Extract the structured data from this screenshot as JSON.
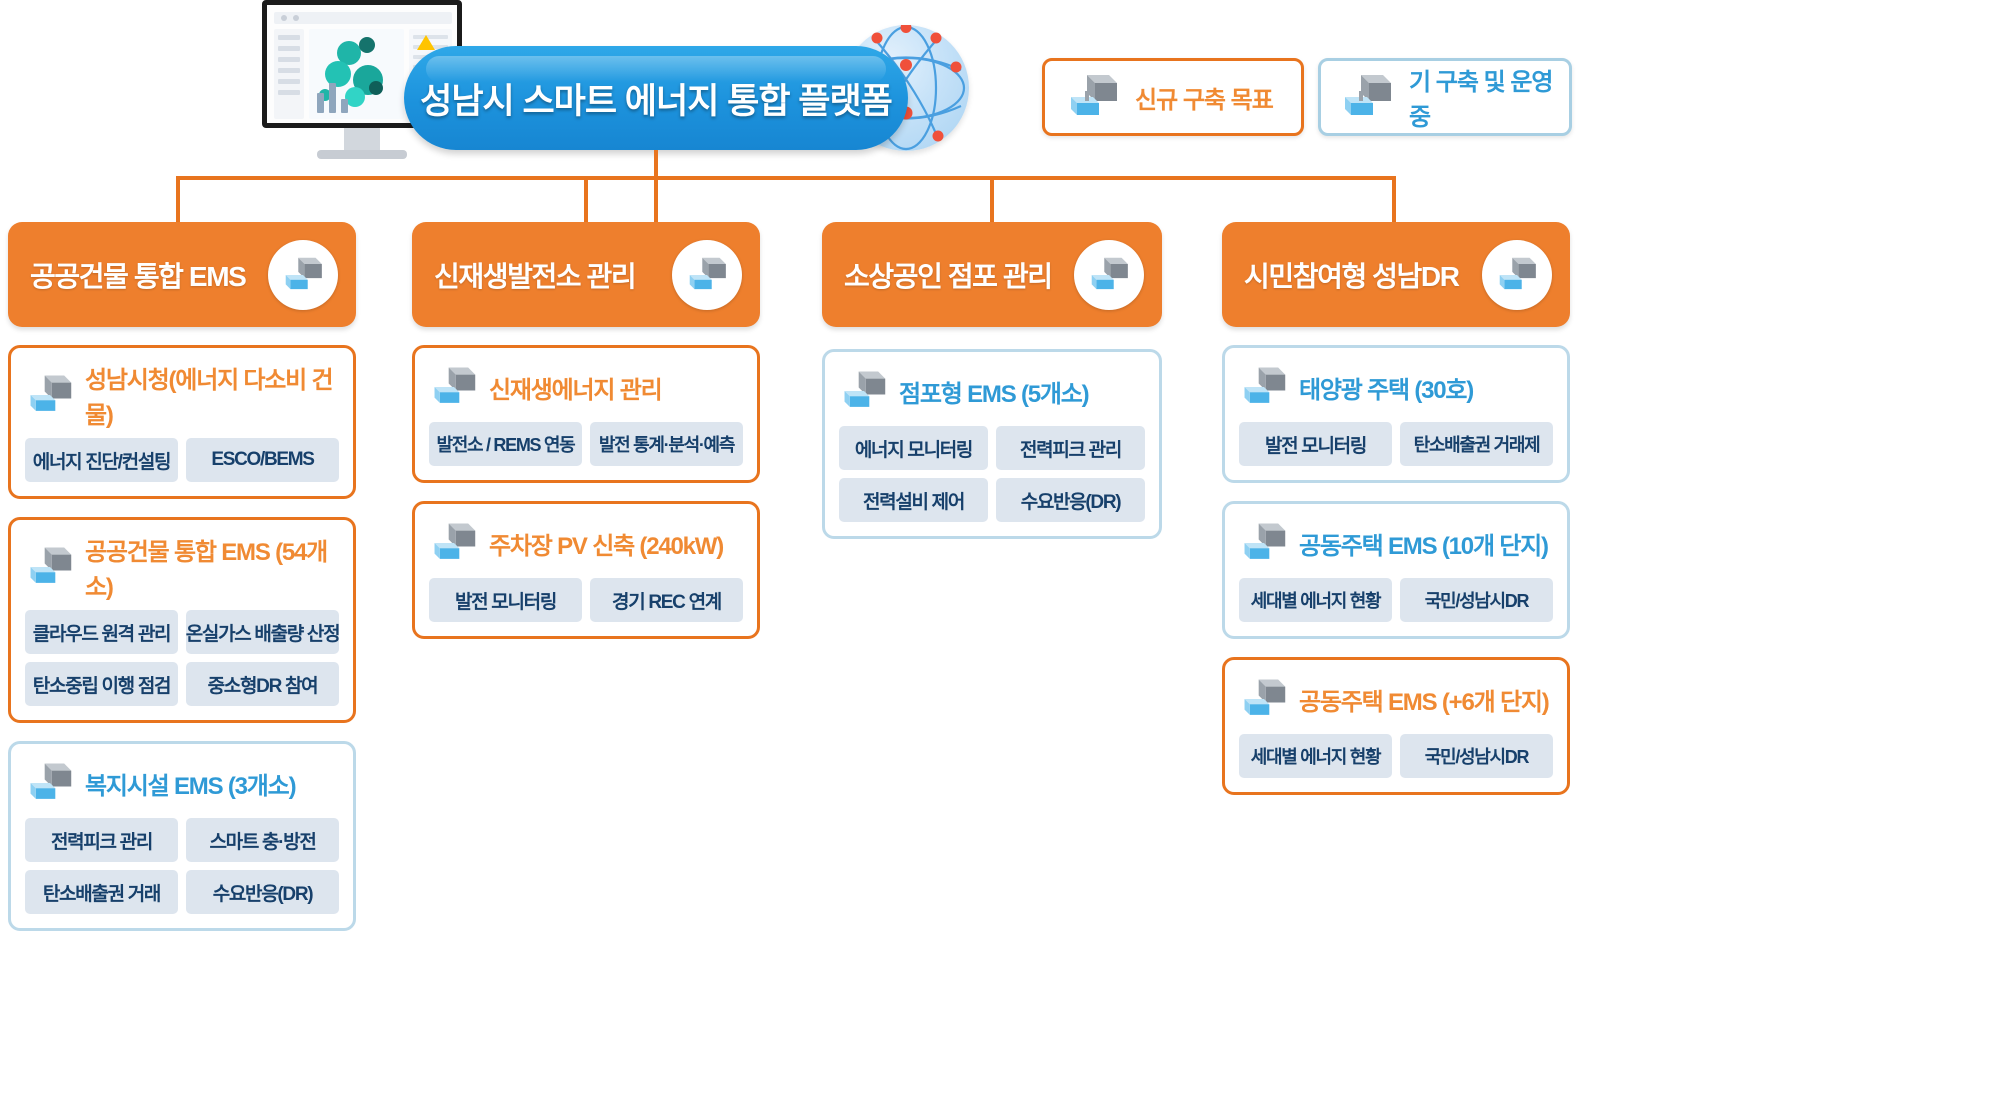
{
  "hero": {
    "title": "성남시 스마트 에너지 통합 플랫폼",
    "monitor_icon": "desktop-monitor-icon",
    "globe_icon": "network-globe-icon"
  },
  "legend": {
    "items": [
      {
        "label": "신규 구축 목표",
        "type": "new",
        "color": "#e8741e",
        "icon": "plug-icon"
      },
      {
        "label": "기 구축 및 운영중",
        "type": "exist",
        "color": "#2f9ad6",
        "icon": "plug-icon"
      }
    ]
  },
  "columns": [
    {
      "category": "공공건물 통합 EMS",
      "badge_icon": "plug-icon",
      "cards": [
        {
          "title": "성남시청(에너지 다소비 건물)",
          "type": "new",
          "icon": "plug-icon",
          "tags": [
            "에너지 진단/컨설팅",
            "ESCO/BEMS"
          ]
        },
        {
          "title": "공공건물 통합 EMS (54개소)",
          "type": "new",
          "icon": "plug-icon",
          "tags": [
            "클라우드 원격 관리",
            "온실가스 배출량 산정",
            "탄소중립 이행 점검",
            "중소형DR 참여"
          ]
        },
        {
          "title": "복지시설 EMS (3개소)",
          "type": "exist",
          "icon": "plug-icon",
          "tags": [
            "전력피크 관리",
            "스마트 충·방전",
            "탄소배출권 거래",
            "수요반응(DR)"
          ]
        }
      ]
    },
    {
      "category": "신재생발전소 관리",
      "badge_icon": "plug-icon",
      "cards": [
        {
          "title": "신재생에너지 관리",
          "type": "new",
          "icon": "plug-icon",
          "tags": [
            "발전소 / REMS 연동",
            "발전 통계·분석·예측"
          ]
        },
        {
          "title": "주차장 PV 신축 (240kW)",
          "type": "new",
          "icon": "plug-icon",
          "tags": [
            "발전 모니터링",
            "경기 REC 연계"
          ]
        }
      ]
    },
    {
      "category": "소상공인 점포 관리",
      "badge_icon": "plug-icon",
      "cards": [
        {
          "title": "점포형 EMS (5개소)",
          "type": "exist",
          "icon": "plug-icon",
          "tags": [
            "에너지 모니터링",
            "전력피크 관리",
            "전력설비 제어",
            "수요반응(DR)"
          ]
        }
      ]
    },
    {
      "category": "시민참여형 성남DR",
      "badge_icon": "plug-icon",
      "cards": [
        {
          "title": "태양광 주택 (30호)",
          "type": "exist",
          "icon": "plug-icon",
          "tags": [
            "발전 모니터링",
            "탄소배출권 거래제"
          ]
        },
        {
          "title": "공동주택 EMS (10개 단지)",
          "type": "exist",
          "icon": "plug-icon",
          "tags": [
            "세대별 에너지 현황",
            "국민/성남시DR"
          ]
        },
        {
          "title": "공동주택 EMS (+6개 단지)",
          "type": "new",
          "icon": "plug-icon",
          "tags": [
            "세대별 에너지 현황",
            "국민/성남시DR"
          ]
        }
      ]
    }
  ],
  "colors": {
    "orange": "#ee7f2d",
    "orange_border": "#e8741e",
    "blue": "#2f9ad6",
    "blue_border": "#bcd9e9",
    "hero_blue": "#1d93dd",
    "tag_bg": "#dde5ee",
    "tag_text": "#17406b"
  }
}
